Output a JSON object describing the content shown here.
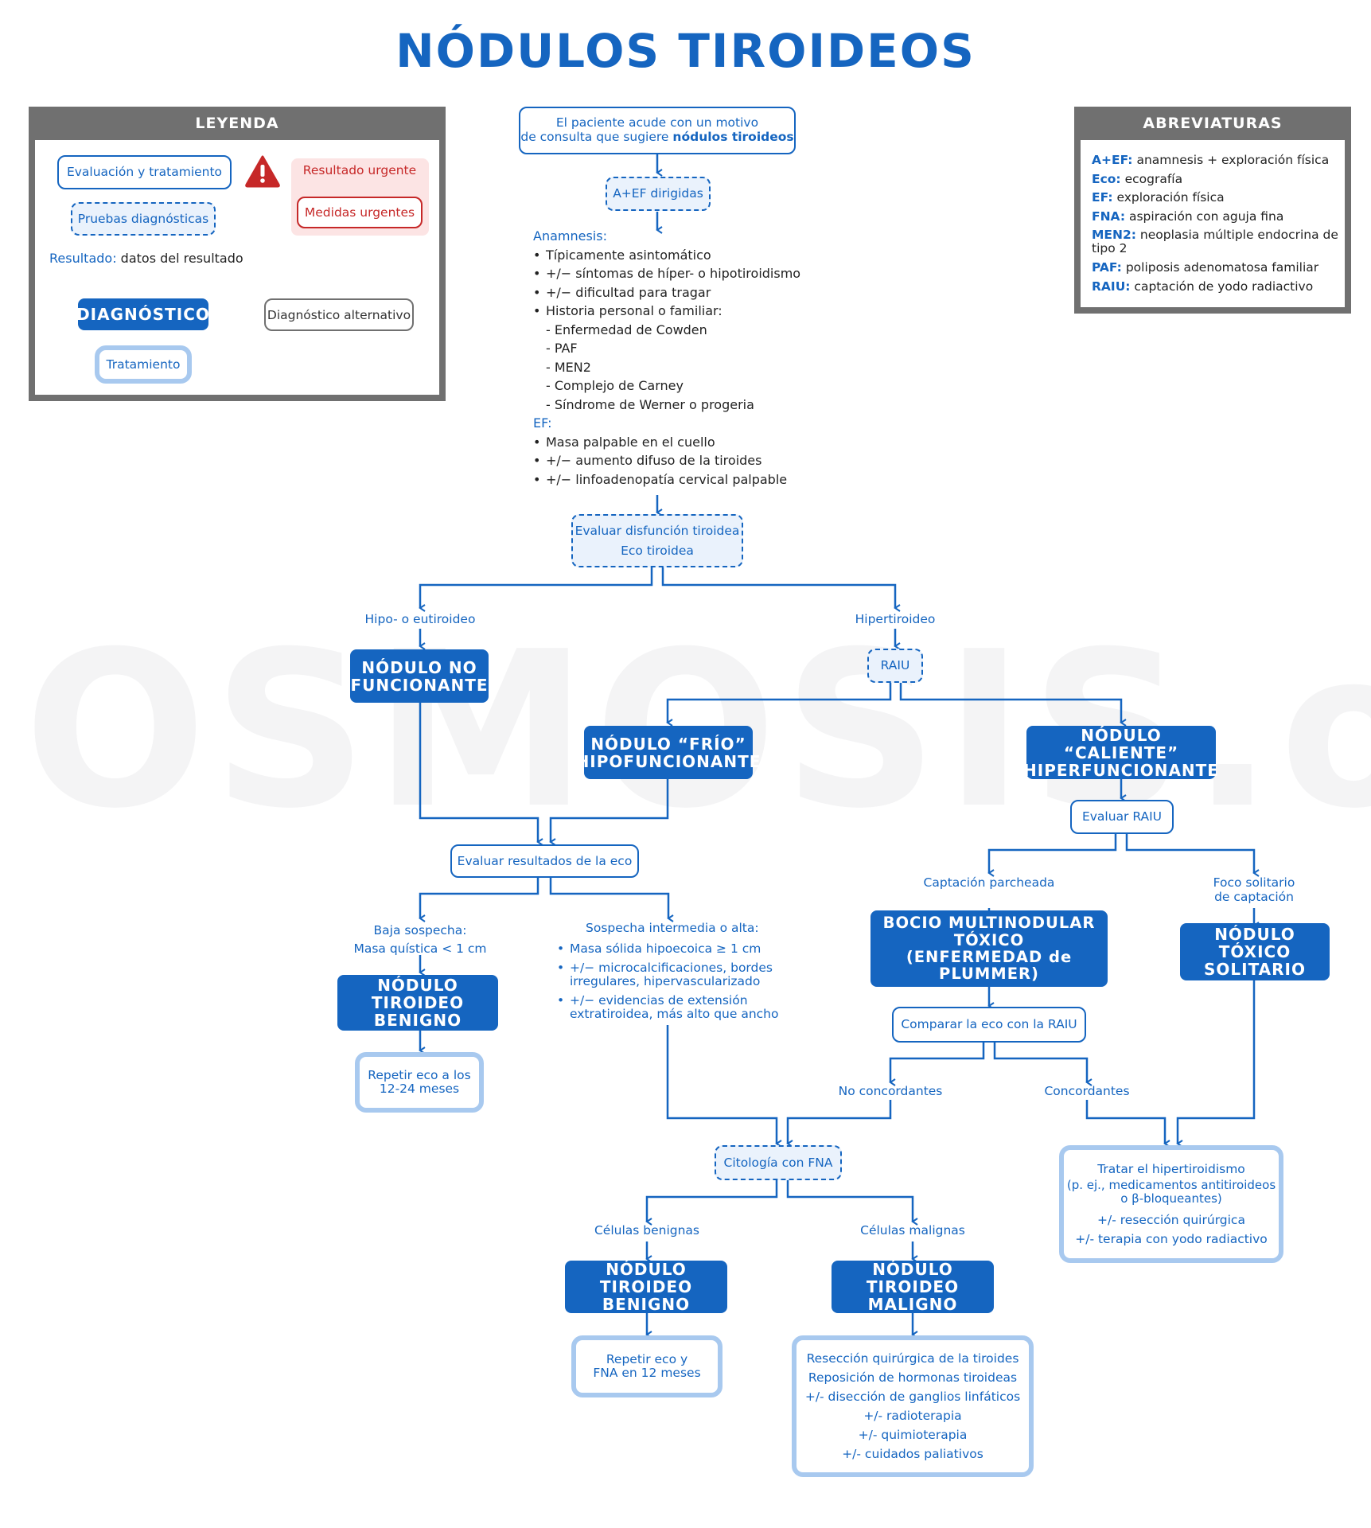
{
  "title": "NÓDULOS TIROIDEOS",
  "watermark": "OSMOSIS.org",
  "legend": {
    "header": "LEYENDA",
    "eval_treatment": "Evaluación y tratamiento",
    "urgent_result": "Resultado urgente",
    "urgent_measures": "Medidas urgentes",
    "diagnostic_tests": "Pruebas diagnósticas",
    "result_label": "Resultado:",
    "result_text": "datos del resultado",
    "diagnosis": "DIAGNÓSTICO",
    "alt_diagnosis": "Diagnóstico alternativo",
    "treatment": "Tratamiento"
  },
  "abbreviations": {
    "header": "ABREVIATURAS",
    "items": [
      {
        "abbr": "A+EF:",
        "def": "anamnesis + exploración física"
      },
      {
        "abbr": "Eco:",
        "def": "ecografía"
      },
      {
        "abbr": "EF:",
        "def": "exploración física"
      },
      {
        "abbr": "FNA:",
        "def": "aspiración con aguja fina"
      },
      {
        "abbr": "MEN2:",
        "def": "neoplasia múltiple endocrina de tipo 2"
      },
      {
        "abbr": "PAF:",
        "def": "poliposis adenomatosa familiar"
      },
      {
        "abbr": "RAIU:",
        "def": "captación de yodo radiactivo"
      }
    ]
  },
  "flow": {
    "start_line1": "El paciente acude con un motivo",
    "start_line2_pre": "de consulta que sugiere",
    "start_line2_bold": "nódulos tiroideos",
    "aef": "A+EF dirigidas",
    "anamnesis_header": "Anamnesis:",
    "anamnesis_items": [
      "Típicamente asintomático",
      "+/− síntomas de híper- o hipotiroidismo",
      "+/− dificultad para tragar",
      "Historia personal o familiar:"
    ],
    "history_items": [
      "- Enfermedad de Cowden",
      "- PAF",
      "- MEN2",
      "- Complejo de Carney",
      "- Síndrome de Werner o progeria"
    ],
    "ef_header": "EF:",
    "ef_items": [
      "Masa palpable en el cuello",
      "+/− aumento difuso de la tiroides",
      "+/− linfoadenopatía cervical palpable"
    ],
    "eval_dysfunction_1": "Evaluar disfunción tiroidea",
    "eval_dysfunction_2": "Eco tiroidea",
    "hypo_eu": "Hipo- o eutiroideo",
    "hyper": "Hipertiroideo",
    "nonfunctioning_1": "NÓDULO NO",
    "nonfunctioning_2": "FUNCIONANTE",
    "raiu": "RAIU",
    "cold_1": "NÓDULO “FRÍO”",
    "cold_2": "HIPOFUNCIONANTE",
    "hot_1": "NÓDULO “CALIENTE”",
    "hot_2": "HIPERFUNCIONANTE",
    "eval_us": "Evaluar resultados de la eco",
    "eval_raiu": "Evaluar RAIU",
    "low_susp_1": "Baja sospecha:",
    "low_susp_2": "Masa quística < 1 cm",
    "high_susp_header": "Sospecha intermedia o alta:",
    "high_susp_items": [
      "Masa sólida hipoecoica ≥ 1 cm",
      "+/− microcalcificaciones, bordes irregulares, hipervascularizado",
      "+/− evidencias de extensión extratiroidea, más alto que ancho"
    ],
    "benign1_1": "NÓDULO TIROIDEO",
    "benign1_2": "BENIGNO",
    "repeat1_1": "Repetir eco a los",
    "repeat1_2": "12-24 meses",
    "patchy": "Captación parcheada",
    "solitary_focus_1": "Foco solitario",
    "solitary_focus_2": "de captación",
    "mng_1": "BOCIO MULTINODULAR",
    "mng_2": "TÓXICO",
    "mng_3": "(ENFERMEDAD de PLUMMER)",
    "toxic_1": "NÓDULO TÓXICO",
    "toxic_2": "SOLITARIO",
    "compare": "Comparar la eco con la RAIU",
    "discordant": "No concordantes",
    "concordant": "Concordantes",
    "cytology": "Citología con FNA",
    "benign_cells": "Células benignas",
    "malignant_cells": "Células malignas",
    "benign2_1": "NÓDULO TIROIDEO",
    "benign2_2": "BENIGNO",
    "malignant_1": "NÓDULO TIROIDEO",
    "malignant_2": "MALIGNO",
    "repeat2_1": "Repetir eco y",
    "repeat2_2": "FNA en 12 meses",
    "treat_hyper": [
      "Tratar el hipertiroidismo",
      "(p. ej., medicamentos antitiroideos o β-bloqueantes)",
      "+/- resección quirúrgica",
      "+/- terapia con yodo radiactivo"
    ],
    "treat_malignant": [
      "Resección quirúrgica de la tiroides",
      "Reposición de hormonas tiroideas",
      "+/- disección de ganglios linfáticos",
      "+/- radioterapia",
      "+/- quimioterapia",
      "+/- cuidados paliativos"
    ]
  },
  "colors": {
    "primary": "#1565c0",
    "light": "#a8c9ef",
    "dashed_fill": "#eaf2fc",
    "urgent": "#c62828",
    "panel": "#707070"
  },
  "icons": {
    "warning": "warning-triangle-icon"
  }
}
